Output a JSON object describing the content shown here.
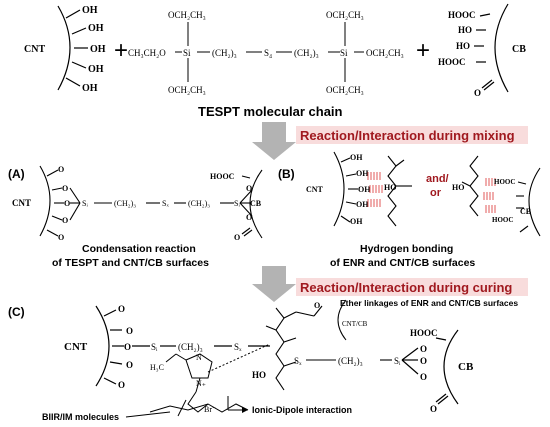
{
  "colors": {
    "arrow": "#b3b3b3",
    "highlight_band": "#f8dcdc",
    "highlight_text": "#a0191f",
    "hbond": "#e05a5a"
  },
  "top": {
    "cnt": "CNT",
    "oh": "OH",
    "plus": "+",
    "cb": "CB",
    "hooc": "HOOC",
    "ho": "HO",
    "tespt": {
      "och2ch3": "OCH₂CH₃",
      "ch3ch2o": "CH₃CH₂O",
      "si": "Si",
      "ch2_3": "(CH₂)₃",
      "s4": "S₄"
    },
    "label": "TESPT molecular chain"
  },
  "arrows": {
    "mixing": "Reaction/Interaction during mixing",
    "curing": "Reaction/Interaction during curing"
  },
  "panel_a": {
    "tag": "(A)",
    "cnt": "CNT",
    "o": "O",
    "si": "Sᵢ",
    "ch2_3": "(CH₂)₃",
    "sx": "Sₓ",
    "cb": "CB",
    "hooc": "HOOC",
    "caption1": "Condensation reaction",
    "caption2": "of TESPT and CNT/CB surfaces"
  },
  "panel_b": {
    "tag": "(B)",
    "cnt": "CNT",
    "oh": "OH",
    "ho": "HO",
    "and_or_1": "and/",
    "and_or_2": "or",
    "hooc": "HOOC",
    "cb": "CB",
    "caption1": "Hydrogen bonding",
    "caption2": "of ENR and CNT/CB surfaces"
  },
  "panel_c": {
    "tag": "(C)",
    "cnt": "CNT",
    "o": "O",
    "si": "Sᵢ",
    "ch2_3": "(CH₂)₃",
    "sx": "Sₓ",
    "ho": "HO",
    "h3c": "H₃C",
    "n": "N",
    "nplus": "N₊",
    "br": "Br⁻",
    "cntcb": "CNT/CB",
    "hooc": "HOOC",
    "cb": "CB",
    "ether": "Ether linkages of ENR and CNT/CB surfaces",
    "biir": "BIIR/IM molecules",
    "ionic": "Ionic-Dipole interaction"
  }
}
